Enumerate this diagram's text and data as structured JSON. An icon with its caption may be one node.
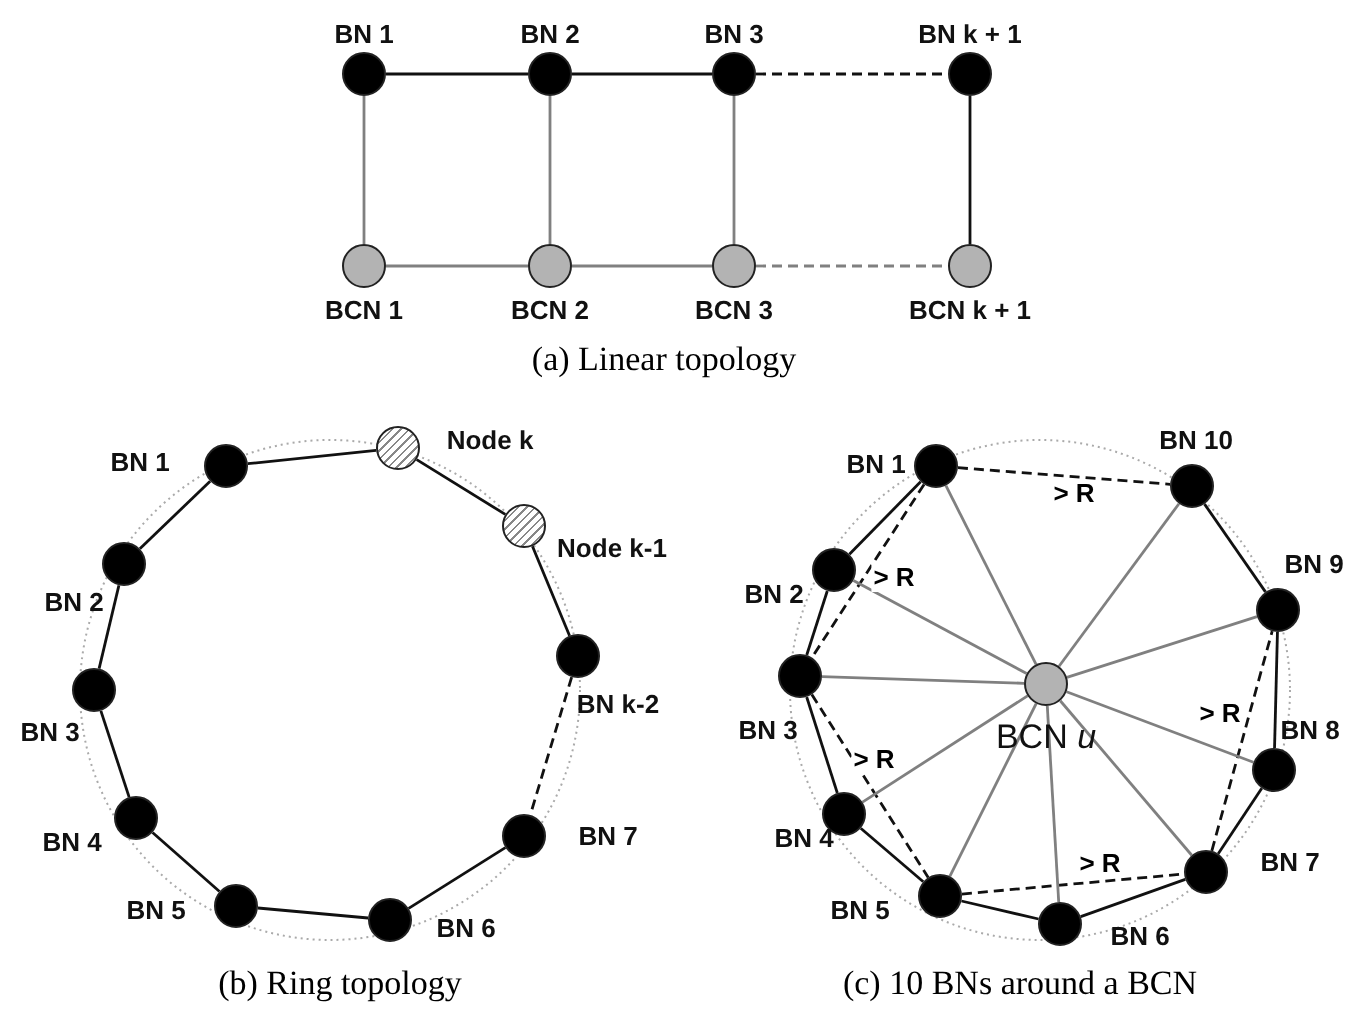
{
  "diagram": {
    "nodes": [
      {
        "text": [],
        "shape": "circle",
        "beside": [
          "BN 1"
        ]
      },
      {
        "text": [],
        "shape": "circle",
        "beside": [
          "BN 2"
        ]
      },
      {
        "text": [],
        "shape": "circle",
        "beside": [
          "BN 3"
        ]
      },
      {
        "text": [],
        "shape": "circle",
        "beside": [
          "BN k + 1"
        ]
      },
      {
        "text": [],
        "shape": "circle",
        "beside": [
          "BCN 1"
        ]
      },
      {
        "text": [],
        "shape": "circle",
        "beside": [
          "BCN 2"
        ]
      },
      {
        "text": [],
        "shape": "circle",
        "beside": [
          "BCN 3"
        ]
      },
      {
        "text": [],
        "shape": "circle",
        "beside": [
          "BCN k + 1"
        ]
      },
      {
        "text": [],
        "shape": "circle",
        "beside": [
          "BN 1"
        ]
      },
      {
        "text": [],
        "shape": "circle",
        "beside": [
          "Node k"
        ]
      },
      {
        "text": [],
        "shape": "circle",
        "beside": [
          "Node k-1"
        ]
      },
      {
        "text": [],
        "shape": "circle",
        "beside": [
          "BN k-2"
        ]
      },
      {
        "text": [],
        "shape": "circle",
        "beside": [
          "BN 7"
        ]
      },
      {
        "text": [],
        "shape": "circle",
        "beside": [
          "BN 6"
        ]
      },
      {
        "text": [],
        "shape": "circle",
        "beside": [
          "BN 5"
        ]
      },
      {
        "text": [],
        "shape": "circle",
        "beside": [
          "BN 4"
        ]
      },
      {
        "text": [],
        "shape": "circle",
        "beside": [
          "BN 3"
        ]
      },
      {
        "text": [],
        "shape": "circle",
        "beside": [
          "BN 2"
        ]
      },
      {
        "text": [],
        "shape": "circle",
        "beside": [
          "BN 1"
        ]
      },
      {
        "text": [],
        "shape": "circle",
        "beside": [
          "BN 2"
        ]
      },
      {
        "text": [],
        "shape": "circle",
        "beside": [
          "BN 3"
        ]
      },
      {
        "text": [],
        "shape": "circle",
        "beside": [
          "BN 4"
        ]
      },
      {
        "text": [],
        "shape": "circle",
        "beside": [
          "BN 5"
        ]
      },
      {
        "text": [],
        "shape": "circle",
        "beside": [
          "BN 6"
        ]
      },
      {
        "text": [],
        "shape": "circle",
        "beside": [
          "BN 7"
        ]
      },
      {
        "text": [],
        "shape": "circle",
        "beside": [
          "BN 8"
        ]
      },
      {
        "text": [],
        "shape": "circle",
        "beside": [
          "BN 9"
        ]
      },
      {
        "text": [],
        "shape": "circle",
        "beside": [
          "BN 10"
        ]
      },
      {
        "text": [],
        "shape": "circle",
        "beside": [
          "BCN *u*"
        ]
      }
    ],
    "edges": [
      {
        "from": 0,
        "to": 1,
        "arrow": "none"
      },
      {
        "from": 1,
        "to": 2,
        "arrow": "none"
      },
      {
        "from": 2,
        "to": 3,
        "arrow": "none",
        "style": "dashed"
      },
      {
        "from": 4,
        "to": 5,
        "arrow": "none",
        "color": "#808080"
      },
      {
        "from": 5,
        "to": 6,
        "arrow": "none",
        "color": "#808080"
      },
      {
        "from": 6,
        "to": 7,
        "arrow": "none",
        "style": "dashed",
        "color": "#808080"
      },
      {
        "from": 0,
        "to": 4,
        "arrow": "none",
        "color": "#808080"
      },
      {
        "from": 1,
        "to": 5,
        "arrow": "none",
        "color": "#808080"
      },
      {
        "from": 2,
        "to": 6,
        "arrow": "none",
        "color": "#808080"
      },
      {
        "from": 3,
        "to": 7,
        "arrow": "none"
      },
      {
        "from": 8,
        "to": 9,
        "arrow": "none"
      },
      {
        "from": 9,
        "to": 10,
        "arrow": "none"
      },
      {
        "from": 10,
        "to": 11,
        "arrow": "none"
      },
      {
        "from": 11,
        "to": 12,
        "arrow": "none",
        "style": "dashed"
      },
      {
        "from": 12,
        "to": 13,
        "arrow": "none"
      },
      {
        "from": 13,
        "to": 14,
        "arrow": "none"
      },
      {
        "from": 14,
        "to": 15,
        "arrow": "none"
      },
      {
        "from": 15,
        "to": 16,
        "arrow": "none"
      },
      {
        "from": 16,
        "to": 17,
        "arrow": "none"
      },
      {
        "from": 17,
        "to": 8,
        "arrow": "none"
      },
      {
        "from": 18,
        "to": 19,
        "arrow": "none"
      },
      {
        "from": 19,
        "to": 20,
        "arrow": "none"
      },
      {
        "from": 20,
        "to": 21,
        "arrow": "none"
      },
      {
        "from": 21,
        "to": 22,
        "arrow": "none"
      },
      {
        "from": 22,
        "to": 23,
        "arrow": "none"
      },
      {
        "from": 23,
        "to": 24,
        "arrow": "none"
      },
      {
        "from": 24,
        "to": 25,
        "arrow": "none"
      },
      {
        "from": 25,
        "to": 26,
        "arrow": "none"
      },
      {
        "from": 26,
        "to": 27,
        "arrow": "none"
      },
      {
        "from": 18,
        "to": 27,
        "arrow": "none",
        "style": "dashed",
        "label": "> R"
      },
      {
        "from": 18,
        "to": 20,
        "arrow": "none",
        "style": "dashed",
        "label": "> R"
      },
      {
        "from": 20,
        "to": 22,
        "arrow": "none",
        "style": "dashed",
        "label": "> R"
      },
      {
        "from": 22,
        "to": 24,
        "arrow": "none",
        "style": "dashed",
        "label": "> R"
      },
      {
        "from": 24,
        "to": 26,
        "arrow": "none",
        "style": "dashed",
        "label": "> R"
      },
      {
        "from": 28,
        "to": 18,
        "arrow": "none",
        "color": "#808080"
      },
      {
        "from": 28,
        "to": 19,
        "arrow": "none",
        "color": "#808080"
      },
      {
        "from": 28,
        "to": 20,
        "arrow": "none",
        "color": "#808080"
      },
      {
        "from": 28,
        "to": 21,
        "arrow": "none",
        "color": "#808080"
      },
      {
        "from": 28,
        "to": 22,
        "arrow": "none",
        "color": "#808080"
      },
      {
        "from": 28,
        "to": 23,
        "arrow": "none",
        "color": "#808080"
      },
      {
        "from": 28,
        "to": 24,
        "arrow": "none",
        "color": "#808080"
      },
      {
        "from": 28,
        "to": 25,
        "arrow": "none",
        "color": "#808080"
      },
      {
        "from": 28,
        "to": 26,
        "arrow": "none",
        "color": "#808080"
      },
      {
        "from": 28,
        "to": 27,
        "arrow": "none",
        "color": "#808080"
      }
    ],
    "labels": [
      "(a)  Linear topology",
      "(b)  Ring topology",
      "(c)  10 BNs around a BCN"
    ]
  }
}
